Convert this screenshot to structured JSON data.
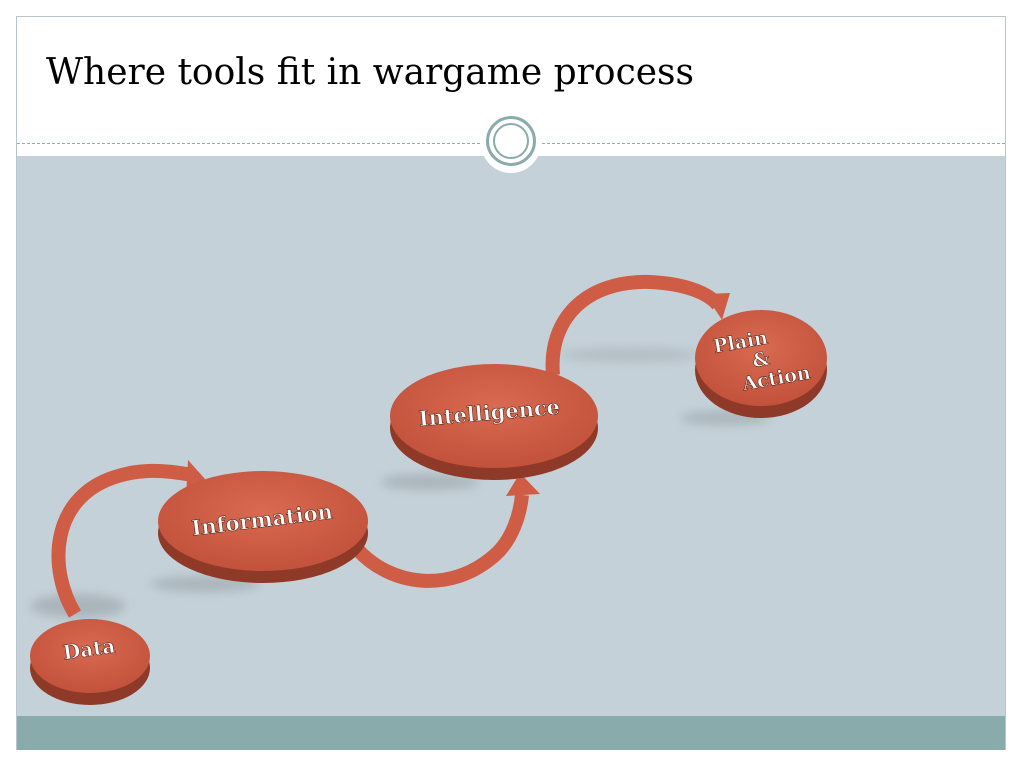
{
  "slide": {
    "title": "Where tools fit in wargame process"
  },
  "diagram": {
    "nodes": [
      {
        "id": "data",
        "label": "Data"
      },
      {
        "id": "information",
        "label": "Information"
      },
      {
        "id": "intelligence",
        "label": "Intelligence"
      },
      {
        "id": "plain-action",
        "label_lines": [
          "Plain",
          "&",
          "Action"
        ]
      }
    ],
    "edges": [
      {
        "from": "data",
        "to": "information"
      },
      {
        "from": "information",
        "to": "intelligence"
      },
      {
        "from": "intelligence",
        "to": "plain-action"
      }
    ]
  },
  "colors": {
    "accent": "#cf5d46",
    "disc_side": "#8f3a28",
    "content_background": "#c5d1d8",
    "footer_bar": "#8aabab",
    "ring": "#8aabab"
  }
}
